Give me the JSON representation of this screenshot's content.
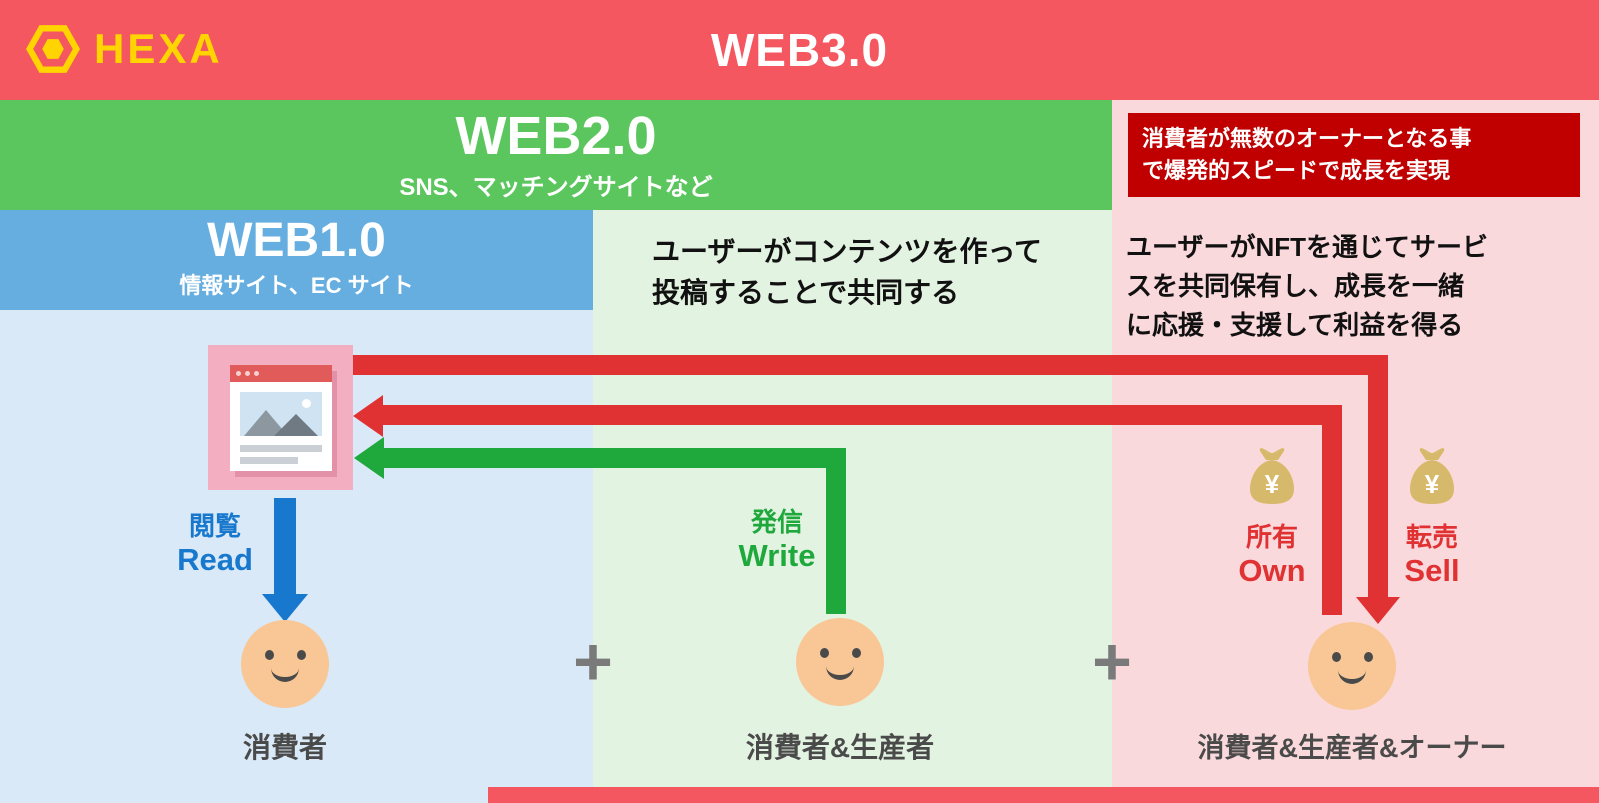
{
  "header": {
    "brand": "HEXA",
    "title": "WEB3.0"
  },
  "web2_banner": {
    "title": "WEB2.0",
    "subtitle": "SNS、マッチングサイトなど"
  },
  "web1_banner": {
    "title": "WEB1.0",
    "subtitle": "情報サイト、EC サイト"
  },
  "web3_callout": "消費者が無数のオーナーとなる事\nで爆発的スピードで成長を実現",
  "web2_description": "ユーザーがコンテンツを作って\n投稿することで共同する",
  "web3_description": "ユーザーがNFTを通じてサービ\nスを共同保有し、成長を一緒\nに応援・支援して利益を得る",
  "actions": {
    "read": {
      "jp": "閲覧",
      "en": "Read"
    },
    "write": {
      "jp": "発信",
      "en": "Write"
    },
    "own": {
      "jp": "所有",
      "en": "Own"
    },
    "sell": {
      "jp": "転売",
      "en": "Sell"
    }
  },
  "roles": {
    "web1": "消費者",
    "web2": "消費者&生産者",
    "web3": "消費者&生産者&オーナー"
  },
  "symbols": {
    "plus": "+",
    "yen": "¥"
  },
  "colors": {
    "header_red": "#F4575F",
    "web2_green": "#5CC65E",
    "web1_blue": "#66AEE0",
    "col_blue": "#D9E9F7",
    "col_green": "#E3F3E2",
    "col_pink": "#FAD9DC",
    "callout_red": "#C00000",
    "arrow_blue": "#1778CE",
    "arrow_green": "#1FA83C",
    "arrow_red": "#E03232",
    "brand_yellow": "#FFD400",
    "face_skin": "#F8C795",
    "moneybag_gold": "#D7B96C",
    "plus_gray": "#7A7A7A",
    "text_dark": "#111111",
    "role_gray": "#4A4A4A"
  }
}
